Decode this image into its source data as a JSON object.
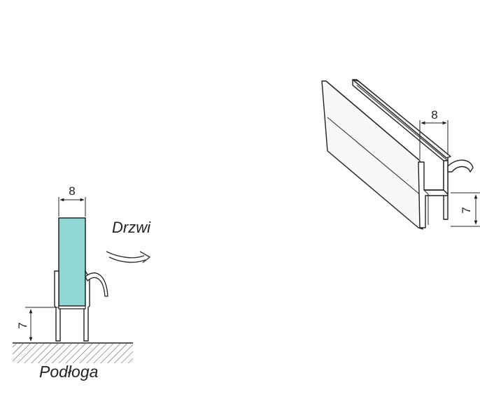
{
  "labels": {
    "door": "Drzwi",
    "floor": "Podłoga"
  },
  "dimensions": {
    "left_width": "8",
    "left_height": "7",
    "right_width": "8",
    "right_height": "7"
  },
  "colors": {
    "glass": "#8fd6d4",
    "line": "#222222",
    "floor": "#444444"
  }
}
